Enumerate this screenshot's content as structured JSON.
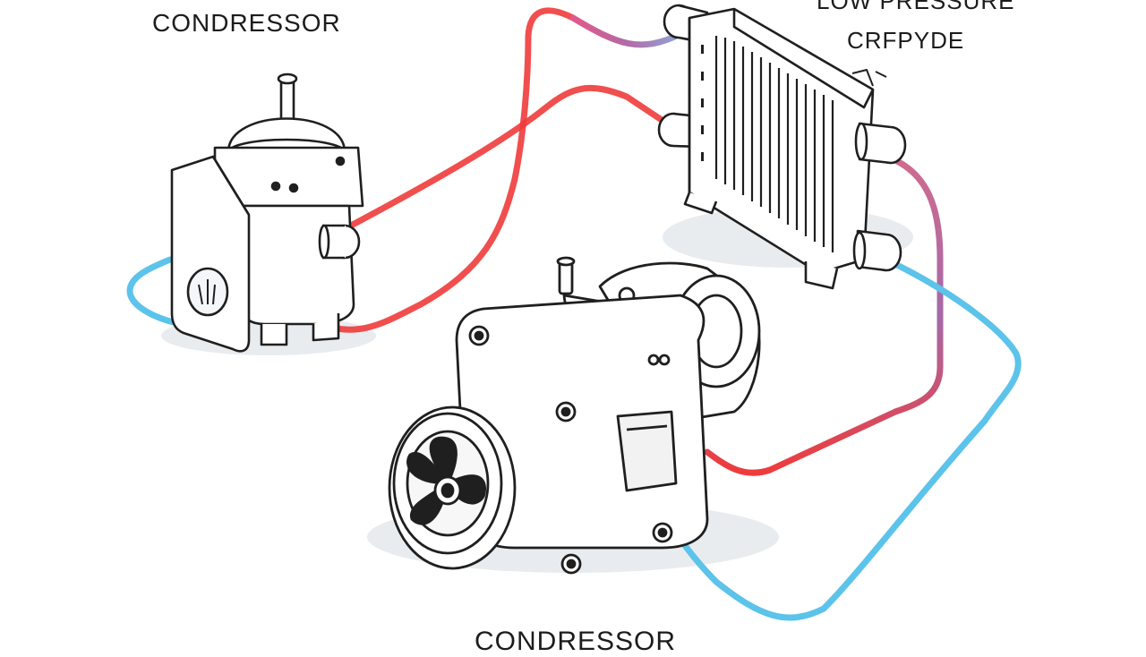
{
  "labels": {
    "top_left": "CONDRESSOR",
    "top_right_line1": "LOW PRESSURE",
    "top_right_line2": "CRFPYDE",
    "bottom": "CONDRESSOR"
  },
  "colors": {
    "hot_line": "#ef3b3b",
    "cold_line": "#5cc3ea",
    "transition_line": "#b36aa6",
    "outline": "#1f1f1f",
    "shadow": "#e6eaee"
  },
  "components": {
    "left_unit": "accumulator-icon",
    "center_unit": "compressor-icon",
    "right_unit": "condenser-icon"
  }
}
